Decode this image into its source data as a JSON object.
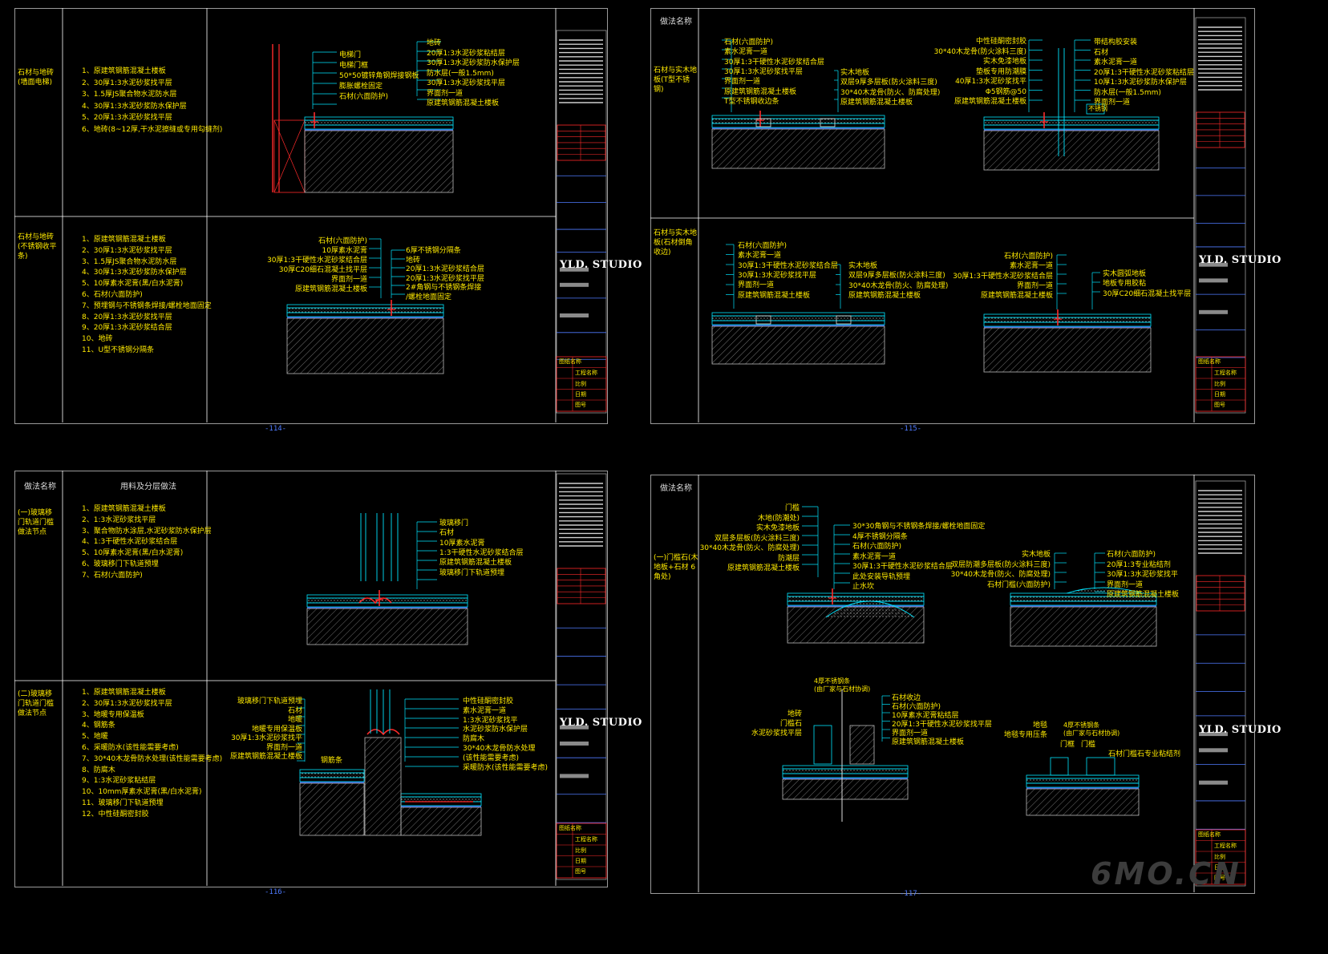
{
  "studio": "YLD. STUDIO",
  "watermark": "6MO.CN",
  "colors": {
    "text": "#ffea00",
    "line": "#00e5ff",
    "accent": "#ff2a2a",
    "grid": "#ffffff",
    "pageNo": "#4f7bff"
  },
  "sheets": [
    {
      "page": "-114-",
      "rows": [
        {
          "name": "石材与地砖(墙面电梯)",
          "items": [
            "1、原建筑钢筋混凝土楼板",
            "2、30厚1:3水泥砂浆找平层",
            "3、1.5厚JS聚合物水泥防水层",
            "4、30厚1:3水泥砂浆防水保护层",
            "5、20厚1:3水泥砂浆找平层",
            "6、地砖(8~12厚,干水泥擦缝或专用勾缝剂)"
          ],
          "labels": [
            "电梯门",
            "电梯门框",
            "50*50镀锌角钢焊接钢板",
            "膨胀螺栓固定",
            "石材(六面防护)"
          ],
          "labelsR": [
            "地砖",
            "20厚1:3水泥砂浆粘结层",
            "30厚1:3水泥砂浆防水保护层",
            "防水层(一般1.5mm)",
            "30厚1:3水泥砂浆找平层",
            "界面剂一道",
            "原建筑钢筋混凝土楼板"
          ]
        },
        {
          "name": "石材与地砖(不锈钢收平条)",
          "items": [
            "1、原建筑钢筋混凝土楼板",
            "2、30厚1:3水泥砂浆找平层",
            "3、1.5厚JS聚合物水泥防水层",
            "4、30厚1:3水泥砂浆防水保护层",
            "5、10厚素水泥膏(黑/白水泥膏)",
            "6、石材(六面防护)",
            "7、预埋钢与不锈钢条焊接/螺栓地面固定",
            "8、20厚1:3水泥砂浆找平层",
            "9、20厚1:3水泥砂浆结合层",
            "10、地砖",
            "11、U型不锈钢分隔条"
          ],
          "labels": [
            "石材(六面防护)",
            "10厚素水泥膏",
            "30厚1:3干硬性水泥砂浆结合层",
            "30厚C20细石混凝土找平层",
            "界面剂一道",
            "原建筑钢筋混凝土楼板"
          ],
          "labelsR": [
            "6厚不锈钢分隔条",
            "地砖",
            "20厚1:3水泥砂浆结合层",
            "20厚1:3水泥砂浆找平层",
            "2#角钢与不锈钢条焊接",
            "/螺栓地面固定"
          ]
        }
      ]
    },
    {
      "page": "-115-",
      "header": "做法名称",
      "rows": [
        {
          "name": "石材与实木地板(T型不锈钢)",
          "labels": [
            "石材(六面防护)",
            "素水泥膏一道",
            "30厚1:3干硬性水泥砂浆结合层",
            "30厚1:3水泥砂浆找平层",
            "界面剂一道",
            "原建筑钢筋混凝土楼板",
            "T型不锈钢收边条"
          ],
          "labelsR": [
            "实木地板",
            "双层9厚多层板(防火涂料三度)",
            "30*40木龙骨(防火、防腐处理)",
            "原建筑钢筋混凝土楼板"
          ],
          "labels2": [
            "中性硅酮密封胶",
            "30*40木龙骨(防火涂料三度)",
            "实木免漆地板",
            "垫板专用防潮膜",
            "40厚1:3水泥砂浆找平",
            "Φ5钢筋@50",
            "原建筑钢筋混凝土楼板"
          ],
          "labels2R": [
            "带结构胶安装",
            "石材",
            "素水泥膏一道",
            "20厚1:3干硬性水泥砂浆粘结层",
            "10厚1:3水泥砂浆防水保护层",
            "防水层(一般1.5mm)",
            "界面剂一道",
            "不锈钢"
          ]
        },
        {
          "name": "石材与实木地板(石材倒角收边)",
          "labels": [
            "石材(六面防护)",
            "素水泥膏一道",
            "30厚1:3干硬性水泥砂浆结合层",
            "30厚1:3水泥砂浆找平层",
            "界面剂一道",
            "原建筑钢筋混凝土楼板"
          ],
          "labelsR": [
            "实木地板",
            "双层9厚多层板(防火涂料三度)",
            "30*40木龙骨(防火、防腐处理)",
            "原建筑钢筋混凝土楼板"
          ],
          "labels2": [
            "石材(六面防护)",
            "素水泥膏一道",
            "30厚1:3干硬性水泥砂浆结合层",
            "界面剂一道",
            "原建筑钢筋混凝土楼板"
          ],
          "labels2R": [
            "实木圆弧地板",
            "地板专用胶粘",
            "30厚C20细石混凝土找平层"
          ]
        }
      ]
    },
    {
      "page": "-116-",
      "header": "做法名称",
      "header2": "用料及分层做法",
      "rows": [
        {
          "name": "(一)玻璃移门轨道门槛做法节点",
          "items": [
            "1、原建筑钢筋混凝土楼板",
            "2、1:3水泥砂浆找平层",
            "3、聚合物防水涂层,水泥砂浆防水保护层",
            "4、1:3干硬性水泥砂浆结合层",
            "5、10厚素水泥膏(黑/白水泥膏)",
            "6、玻璃移门下轨道预埋",
            "7、石材(六面防护)"
          ],
          "labelsR": [
            "玻璃移门",
            "石材",
            "10厚素水泥膏",
            "1:3干硬性水泥砂浆结合层",
            "原建筑钢筋混凝土楼板",
            "玻璃移门下轨道预埋"
          ]
        },
        {
          "name": "(二)玻璃移门轨道门槛做法节点",
          "items": [
            "1、原建筑钢筋混凝土楼板",
            "2、30厚1:3水泥砂浆找平层",
            "3、地暖专用保温板",
            "4、钢筋条",
            "5、地暖",
            "6、采暖防水(该性能需要考虑)",
            "7、30*40木龙骨防水处理(该性能需要考虑)",
            "8、防腐木",
            "9、1:3水泥砂浆粘结层",
            "10、10mm厚素水泥膏(黑/白水泥膏)",
            "11、玻璃移门下轨道预埋",
            "12、中性硅酮密封胶"
          ],
          "labels": [
            "玻璃移门下轨道预埋",
            "石材",
            "地暖",
            "地暖专用保温板",
            "30厚1:3水泥砂浆找平",
            "界面剂一道",
            "原建筑钢筋混凝土楼板",
            "钢筋条"
          ],
          "labelsR": [
            "中性硅酮密封胶",
            "素水泥膏一道",
            "1:3水泥砂浆找平",
            "水泥砂浆防水保护层",
            "防腐木",
            "30*40木龙骨防水处理",
            "(该性能需要考虑)",
            "采暖防水(该性能需要考虑)"
          ]
        }
      ]
    },
    {
      "page": "-117-",
      "header": "做法名称",
      "rows": [
        {
          "name": "(一)门槛石(木地板+石材 6角处)",
          "labels": [
            "门槛",
            "木地(防潮处)",
            "实木免漆地板",
            "双层多层板(防火涂料三度)",
            "30*40木龙骨(防火、防腐处理)",
            "防潮层",
            "原建筑钢筋混凝土楼板"
          ],
          "labelsR": [
            "30*30角钢与不锈钢条焊接/螺栓地面固定",
            "4厚不锈钢分隔条",
            "石材(六面防护)",
            "素水泥膏一道",
            "30厚1:3干硬性水泥砂浆结合层",
            "此处安装导轨预埋",
            "止水坎"
          ],
          "labels2": [
            "实木地板",
            "双层防潮多层板(防火涂料三度)",
            "30*40木龙骨(防火、防腐处理)",
            "石材门槛(六面防护)"
          ],
          "labels2R": [
            "石材(六面防护)",
            "20厚1:3专业粘结剂",
            "30厚1:3水泥砂浆找平",
            "界面剂一道",
            "原建筑钢筋混凝土楼板"
          ],
          "labels3": [
            "4厚不锈钢条",
            "(由厂家与石材协调)",
            "地砖",
            "门槛石",
            "水泥砂浆找平层"
          ],
          "labels3R": [
            "石材收边",
            "石材(六面防护)",
            "10厚素水泥膏粘结层",
            "20厚1:3干硬性水泥砂浆找平层",
            "界面剂一道",
            "原建筑钢筋混凝土楼板"
          ],
          "labels4": [
            "地毯",
            "地毯专用压条",
            "4厚不锈钢条",
            "(由厂家与石材协调)",
            "门框",
            "门槛",
            "石材门槛石专业粘结剂"
          ]
        }
      ]
    }
  ],
  "titleblock": {
    "label1": "工程名称",
    "label2": "图号",
    "label3": "比例",
    "label4": "日期",
    "label5": "图纸名称"
  }
}
